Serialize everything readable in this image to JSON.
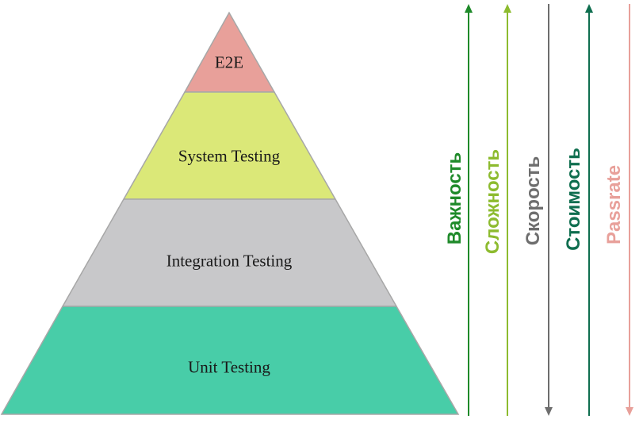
{
  "pyramid": {
    "tiers": [
      {
        "label": "E2E",
        "color": "#e8a09a"
      },
      {
        "label": "System Testing",
        "color": "#dbe878"
      },
      {
        "label": "Integration Testing",
        "color": "#c8c8ca"
      },
      {
        "label": "Unit Testing",
        "color": "#48cda8"
      }
    ],
    "outline": "#a7a7a7"
  },
  "axes": [
    {
      "label": "Важность",
      "color": "#1f8a2a",
      "direction": "up"
    },
    {
      "label": "Сложность",
      "color": "#8dbb2f",
      "direction": "up"
    },
    {
      "label": "Скорость",
      "color": "#6e6e6e",
      "direction": "down"
    },
    {
      "label": "Стоимость",
      "color": "#0f6e4f",
      "direction": "up"
    },
    {
      "label": "Passrate",
      "color": "#e8a09a",
      "direction": "down"
    }
  ]
}
